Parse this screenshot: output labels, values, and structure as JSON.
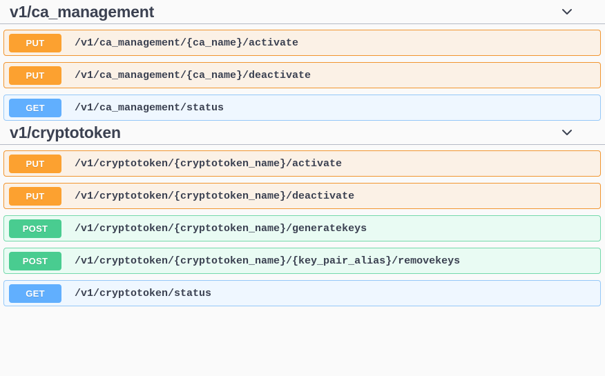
{
  "page": {
    "background_color": "#fafafa",
    "text_color": "#3b4151"
  },
  "method_colors": {
    "PUT": "#fca130",
    "GET": "#61affe",
    "POST": "#49cc90"
  },
  "sections": [
    {
      "title": "v1/ca_management",
      "collapse_icon": "chevron-down-icon",
      "expanded": true,
      "operations": [
        {
          "method": "PUT",
          "path": "/v1/ca_management/{ca_name}/activate"
        },
        {
          "method": "PUT",
          "path": "/v1/ca_management/{ca_name}/deactivate"
        },
        {
          "method": "GET",
          "path": "/v1/ca_management/status"
        }
      ]
    },
    {
      "title": "v1/cryptotoken",
      "collapse_icon": "chevron-down-icon",
      "expanded": true,
      "operations": [
        {
          "method": "PUT",
          "path": "/v1/cryptotoken/{cryptotoken_name}/activate"
        },
        {
          "method": "PUT",
          "path": "/v1/cryptotoken/{cryptotoken_name}/deactivate"
        },
        {
          "method": "POST",
          "path": "/v1/cryptotoken/{cryptotoken_name}/generatekeys"
        },
        {
          "method": "POST",
          "path": "/v1/cryptotoken/{cryptotoken_name}/{key_pair_alias}/removekeys"
        },
        {
          "method": "GET",
          "path": "/v1/cryptotoken/status"
        }
      ]
    }
  ]
}
